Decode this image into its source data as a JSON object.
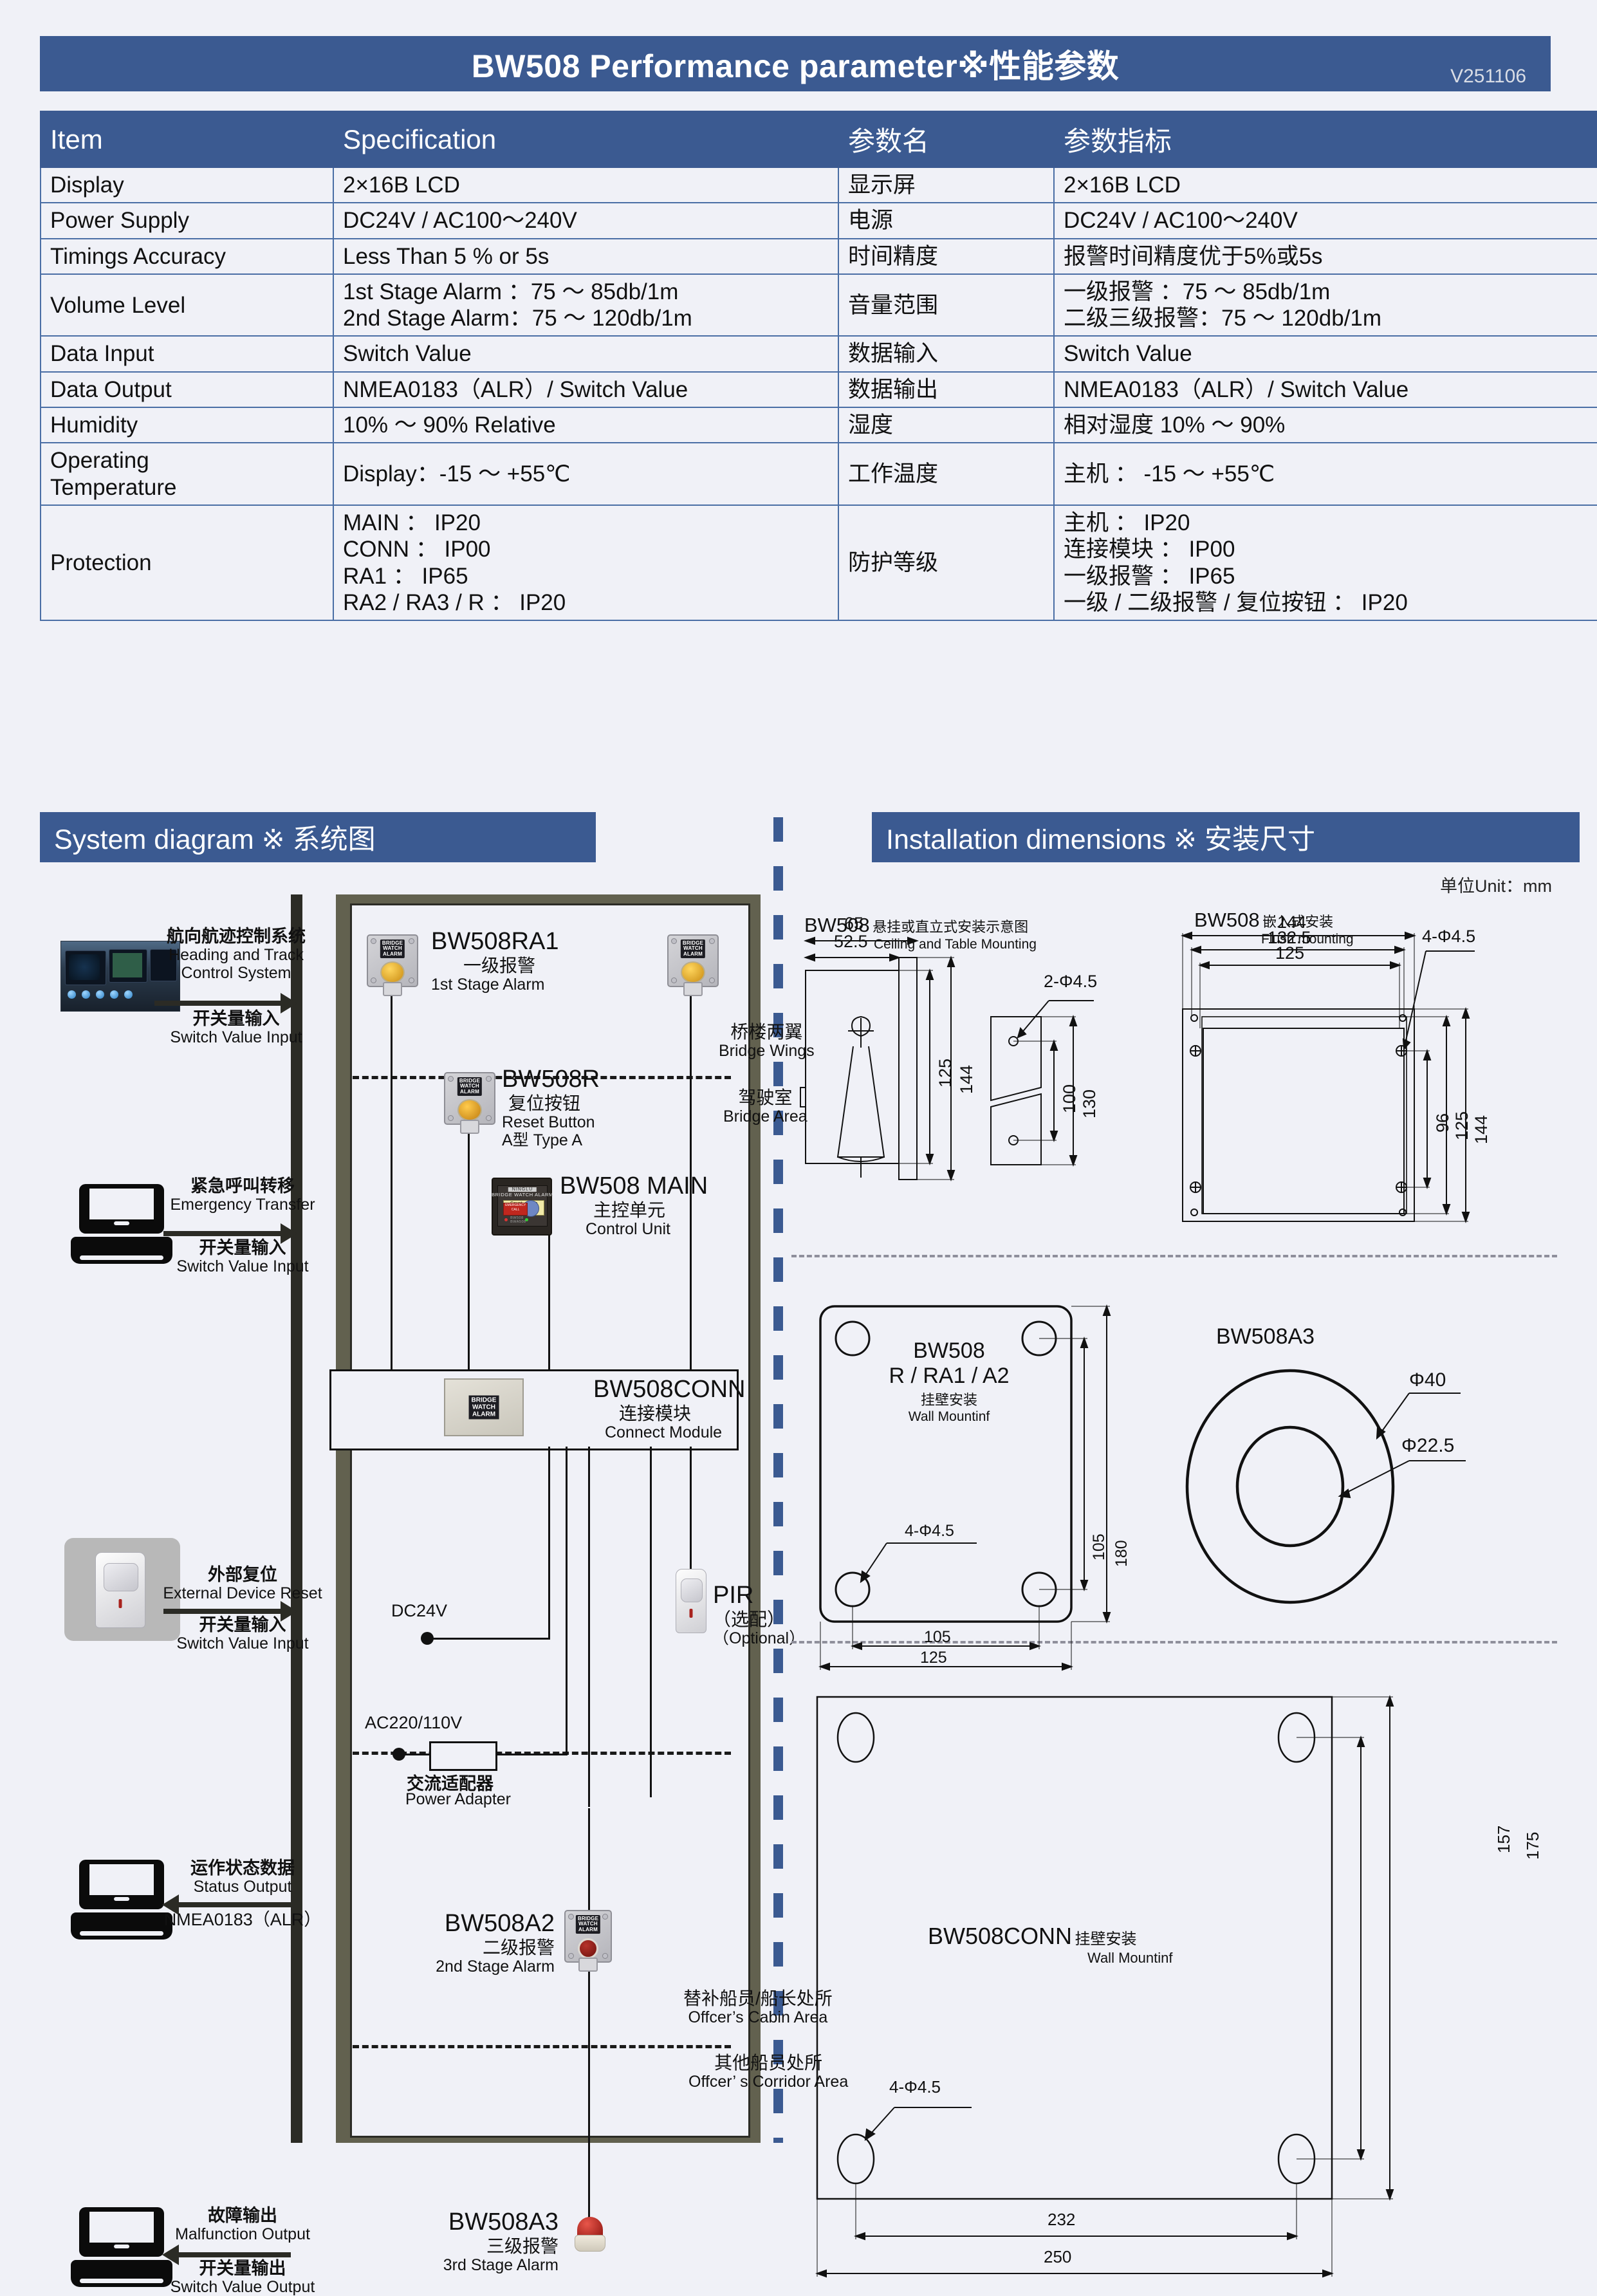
{
  "header": {
    "title": "BW508 Performance parameter※性能参数",
    "version": "V251106"
  },
  "spec_table": {
    "columns": [
      "Item",
      "Specification",
      "参数名",
      "参数指标"
    ],
    "rows": [
      {
        "item": "Display",
        "spec": "2×16B LCD",
        "name_cn": "显示屏",
        "value_cn": "2×16B LCD"
      },
      {
        "item": "Power Supply",
        "spec": "DC24V / AC100～240V",
        "name_cn": "电源",
        "value_cn": "DC24V / AC100～240V"
      },
      {
        "item": "Timings Accuracy",
        "spec": "Less Than 5 % or 5s",
        "name_cn": "时间精度",
        "value_cn": "报警时间精度优于5%或5s"
      },
      {
        "item": "Volume Level",
        "spec": "1st Stage Alarm ：75 ～ 85db/1m\n2nd Stage Alarm：75 ～ 120db/1m",
        "name_cn": "音量范围",
        "value_cn": "一级报警    ：75 ～ 85db/1m\n二级三级报警：75 ～ 120db/1m"
      },
      {
        "item": "Data Input",
        "spec": "Switch Value",
        "name_cn": "数据输入",
        "value_cn": "Switch Value"
      },
      {
        "item": "Data Output",
        "spec": "NMEA0183（ALR）/ Switch Value",
        "name_cn": "数据输出",
        "value_cn": "NMEA0183（ALR）/ Switch Value"
      },
      {
        "item": "Humidity",
        "spec": "10% ～ 90% Relative",
        "name_cn": "湿度",
        "value_cn": "相对湿度 10% ～ 90%"
      },
      {
        "item": "Operating\nTemperature",
        "spec": "Display：-15 ～ +55℃",
        "name_cn": "工作温度",
        "value_cn": "主机   ： -15 ～ +55℃"
      },
      {
        "item": "Protection",
        "spec": "MAIN            ： IP20\nCONN            ： IP00\nRA1              ： IP65\nRA2 / RA3 / R ： IP20",
        "name_cn": "防护等级",
        "value_cn": "主机                            ： IP20\n连接模块                     ： IP00\n一级报警                     ： IP65\n一级 / 二级报警 / 复位按钮 ： IP20"
      }
    ]
  },
  "sections": {
    "system_diagram": "System diagram ※ 系统图",
    "installation": "Installation dimensions ※ 安装尺寸",
    "unit_note": "单位Unit：mm"
  },
  "system_diagram": {
    "inputs": [
      {
        "cn": "航向航迹控制系统",
        "en": "Heading and Track\nControl System",
        "cn2": "开关量输入",
        "en2": "Switch Value Input",
        "direction": "right"
      },
      {
        "cn": "紧急呼叫转移",
        "en": "Emergency Transfer",
        "cn2": "开关量输入",
        "en2": "Switch Value Input",
        "direction": "right"
      },
      {
        "cn": "外部复位",
        "en": "External Device Reset",
        "cn2": "开关量输入",
        "en2": "Switch Value Input",
        "direction": "right"
      }
    ],
    "outputs": [
      {
        "cn": "运作状态数据",
        "en": "Status Output",
        "cn2": "NMEA0183（ALR）",
        "direction": "left"
      },
      {
        "cn": "故障输出",
        "en": "Malfunction Output",
        "cn2": "开关量输出",
        "en2": "Switch Value Output",
        "direction": "left"
      }
    ],
    "devices": [
      {
        "code": "BW508RA1",
        "cn": "一级报警",
        "en": "1st Stage Alarm"
      },
      {
        "code": "BW508R",
        "cn": "复位按钮",
        "en": "Reset Button",
        "en2": "A型  Type A"
      },
      {
        "code": "BW508 MAIN",
        "cn": "主控单元",
        "en": "Control Unit"
      },
      {
        "code": "BW508CONN",
        "cn": "连接模块",
        "en": "Connect Module"
      },
      {
        "code": "PIR",
        "cn": "（选配）",
        "en": "（Optional）"
      },
      {
        "code": "BW508A2",
        "cn": "二级报警",
        "en": "2nd Stage Alarm"
      },
      {
        "code": "BW508A3",
        "cn": "三级报警",
        "en": "3rd Stage Alarm"
      }
    ],
    "zones": [
      {
        "cn": "桥楼两翼",
        "en": "Bridge Wings"
      },
      {
        "cn": "驾驶室",
        "en": "Bridge Area"
      },
      {
        "cn": "替补船员/船长处所",
        "en": "Offcer’s Cabin Area"
      },
      {
        "cn": "其他船员处所",
        "en": "Offcer’ s Corridor Area"
      }
    ],
    "power": {
      "dc": "DC24V",
      "ac": "AC220/110V",
      "adapter_cn": "交流适配器",
      "adapter_en": "Power Adapter"
    }
  },
  "install_drawings": [
    {
      "code": "BW508",
      "cn": "悬挂或直立式安装示意图",
      "en": "Ceiling and Table Mounting",
      "dims": [
        "65",
        "52.5",
        "125",
        "144",
        "2-Φ4.5",
        "100",
        "130"
      ]
    },
    {
      "code": "BW508",
      "cn": "嵌入式安装",
      "en": "Flush mounting",
      "dims": [
        "144",
        "132.5",
        "125",
        "4-Φ4.5",
        "96",
        "125",
        "144"
      ]
    },
    {
      "code": "BW508",
      "sub": "R / RA1 / A2",
      "cn": "挂壁安装",
      "en": "Wall Mountinf",
      "dims": [
        "105",
        "180",
        "4-Φ4.5",
        "105",
        "125"
      ]
    },
    {
      "code": "BW508A3",
      "dims": [
        "Φ40",
        "Φ22.5"
      ]
    },
    {
      "code": "BW508CONN",
      "cn": "挂壁安装",
      "en": "Wall Mountinf",
      "dims": [
        "157",
        "175",
        "4-Φ4.5",
        "232",
        "250"
      ]
    }
  ],
  "colors": {
    "brand_blue": "#3b5a91",
    "page_bg": "#f0f1f7",
    "table_border": "#4a6ea5",
    "hull": "#62614f"
  }
}
